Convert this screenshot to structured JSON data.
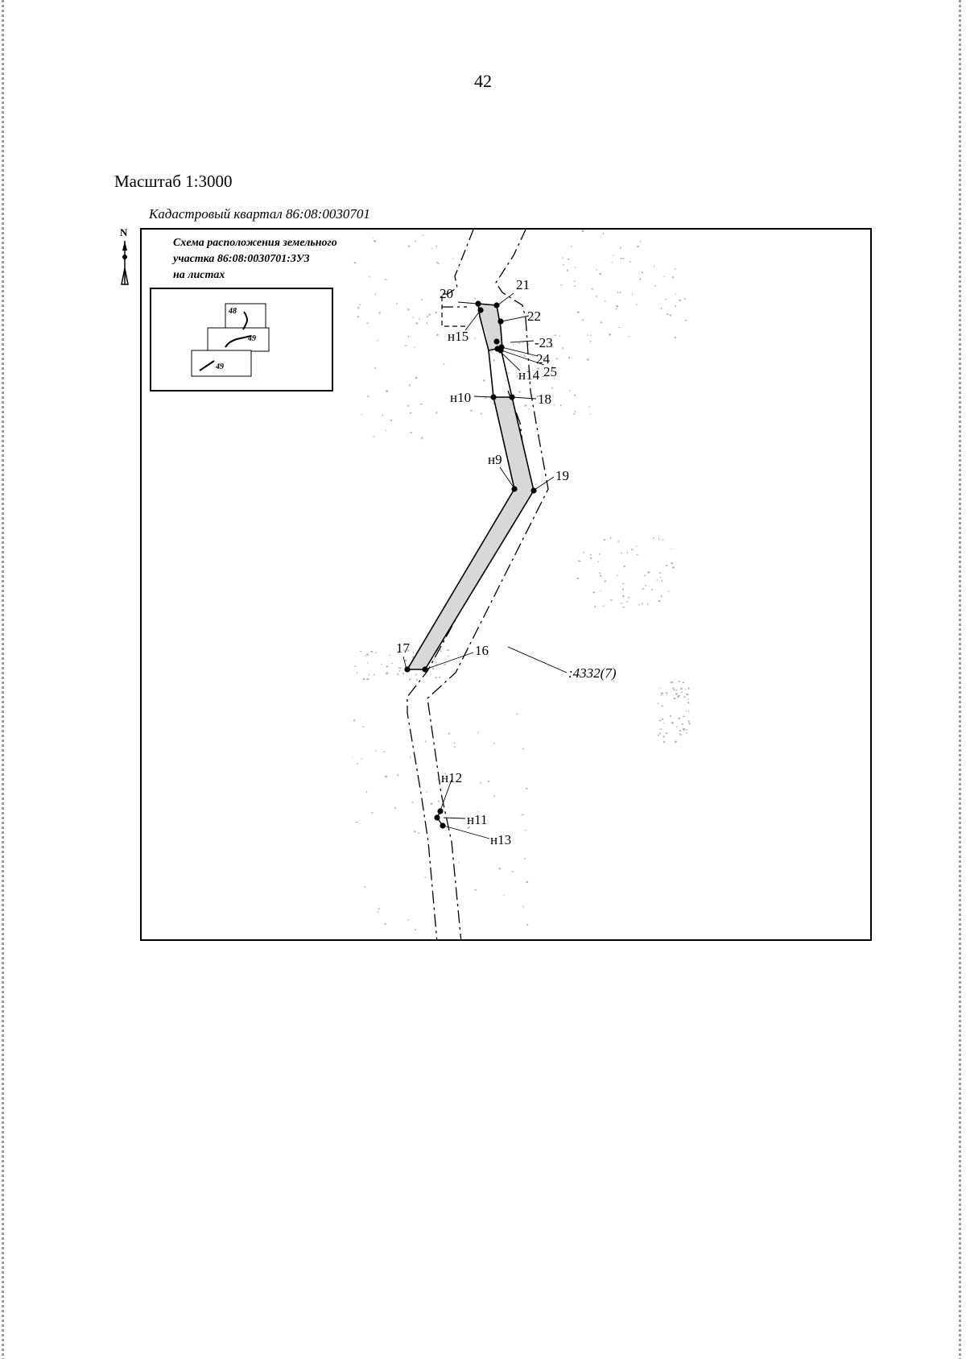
{
  "page_number": "42",
  "scale_label": "Масштаб 1:3000",
  "cadastral_quarter": "Кадастровый квартал 86:08:0030701",
  "parcel_id": "86:08:0030701:ЗУ3",
  "north_label": "N",
  "inset": {
    "title_lines": [
      "Схема расположения земельного",
      "участка 86:08:0030701:ЗУ3",
      "на листах"
    ],
    "sheets": [
      "48",
      "49",
      "49"
    ]
  },
  "map": {
    "neighbor_parcel_label": ":4332(7)",
    "point_labels": [
      "20",
      "21",
      "22",
      "-23",
      "24",
      "25",
      "н15",
      "н14",
      "н10",
      "18",
      "н9",
      "19",
      "17",
      "16",
      "н12",
      "н11",
      "н13"
    ]
  }
}
